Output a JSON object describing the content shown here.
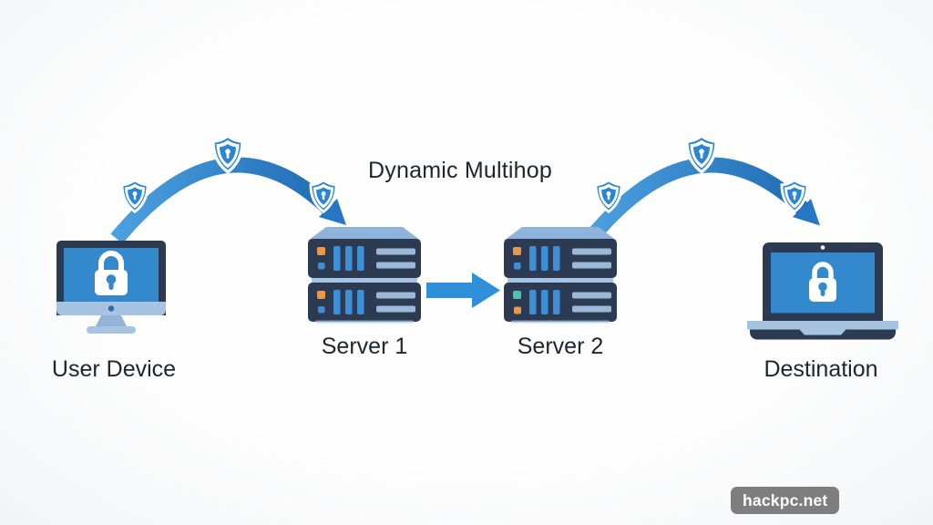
{
  "title": "Dynamic Multihop",
  "nodes": [
    {
      "id": "user-device",
      "label": "User Device",
      "type": "monitor",
      "icon": "lock-icon"
    },
    {
      "id": "server-1",
      "label": "Server 1",
      "type": "server-stack"
    },
    {
      "id": "server-2",
      "label": "Server 2",
      "type": "server-stack"
    },
    {
      "id": "destination",
      "label": "Destination",
      "type": "laptop",
      "icon": "lock-icon"
    }
  ],
  "connections": [
    {
      "from": "User Device",
      "to": "Server 1",
      "type": "encrypted-arc",
      "shield_count": 3
    },
    {
      "from": "Server 1",
      "to": "Server 2",
      "type": "straight-arrow"
    },
    {
      "from": "Server 2",
      "to": "Destination",
      "type": "encrypted-arc",
      "shield_count": 3
    }
  ],
  "watermark": {
    "text": "hackpc.net"
  },
  "colors": {
    "accent_blue": "#2F8FD9",
    "arc_blue_light": "#4BA0DF",
    "arc_blue_dark": "#1C67B0",
    "arrow_head_blue": "#2676C4",
    "shield_blue": "#2A85D4",
    "navy": "#2C3A52",
    "screen_blue": "#3389CC",
    "light_blue": "#A6C4E2",
    "server_top_blue": "#8FB4DC",
    "separator_blue": "#A8C4E4",
    "bar_blue": "#3F8FD8",
    "bar_light": "#9CB8D8",
    "orange": "#E8984A",
    "teal": "#4EC4B0",
    "stand_blue": "#93B3D8",
    "camera_dot_blue": "#2F6BA6",
    "text_dark": "#20262E",
    "watermark_bg": "#6E6E6E",
    "background": "#FBFCFD"
  }
}
